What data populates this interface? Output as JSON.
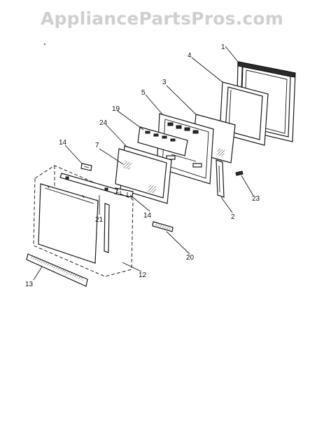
{
  "watermark": {
    "text": "AppliancePartsPros.com"
  },
  "callouts": {
    "c1": "1",
    "c2": "2",
    "c3": "3",
    "c4": "4",
    "c5": "5",
    "c7": "7",
    "c12": "12",
    "c13": "13",
    "c14a": "14",
    "c14b": "14",
    "c19": "19",
    "c20": "20",
    "c21": "21",
    "c23": "23",
    "c24": "24"
  },
  "colors": {
    "ink": "#1a1a1a",
    "watermark": "#cfcfcf",
    "background": "#ffffff"
  }
}
